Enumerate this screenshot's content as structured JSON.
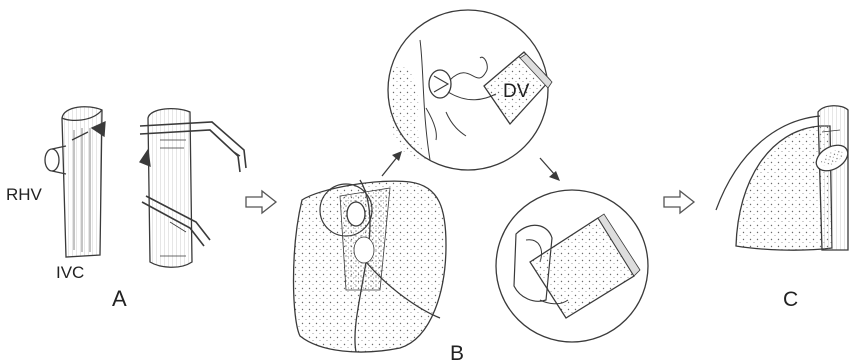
{
  "labels": {
    "rhv": "RHV",
    "ivc": "IVC",
    "dv": "DV",
    "panel_a": "A",
    "panel_b": "B",
    "panel_c": "C"
  },
  "colors": {
    "ink": "#3a3a3a",
    "stipple": "#6b6b6b",
    "background": "#ffffff"
  },
  "icons": {
    "step_arrow": "hollow-right-arrow-icon",
    "flow_arrow": "small-solid-arrow-icon"
  }
}
